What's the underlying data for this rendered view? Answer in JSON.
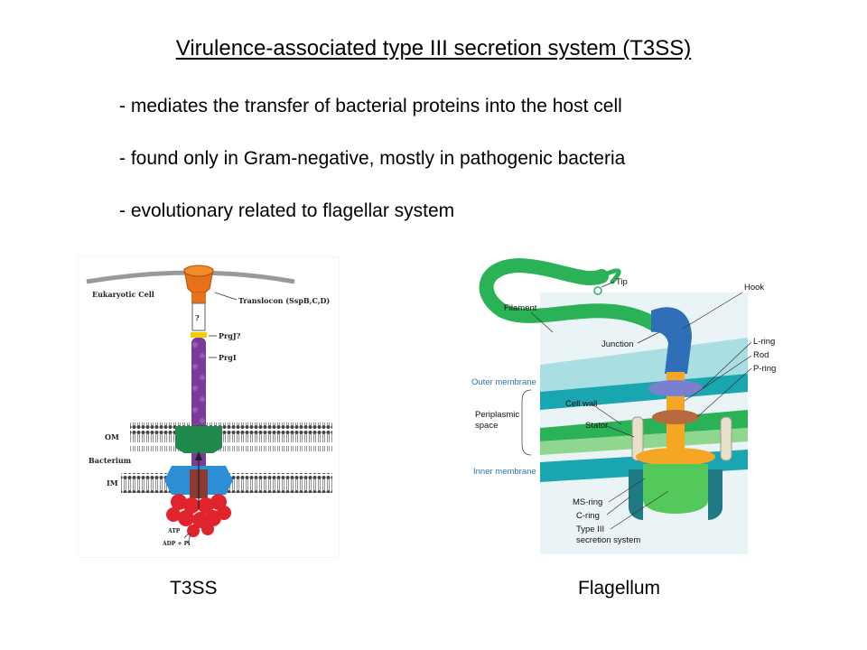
{
  "slide": {
    "title": "Virulence-associated type III secretion system (T3SS)",
    "bullets": [
      "- mediates the transfer of bacterial proteins into the host cell",
      "- found only in Gram-negative, mostly in pathogenic bacteria",
      "- evolutionary related to flagellar system"
    ]
  },
  "t3ss_figure": {
    "caption": "T3SS",
    "labels": {
      "eukaryotic_cell": "Eukaryotic Cell",
      "translocon": "Translocon (SspB,C,D)",
      "question": "?",
      "prgj": "PrgJ?",
      "prgi": "PrgI",
      "om": "OM",
      "bacterium": "Bacterium",
      "im": "IM",
      "atp": "ATP",
      "adp": "ADP + Pi"
    }
  },
  "flagellum_figure": {
    "caption": "Flagellum",
    "labels": {
      "tip": "Tip",
      "filament": "Filament",
      "hook": "Hook",
      "junction": "Junction",
      "l_ring": "L-ring",
      "rod": "Rod",
      "p_ring": "P-ring",
      "outer_membrane": "Outer membrane",
      "cell_wall": "Cell wall",
      "periplasmic_space": [
        "Periplasmic",
        "space"
      ],
      "stator": "Stator",
      "inner_membrane": "Inner membrane",
      "ms_ring": "MS-ring",
      "c_ring": "C-ring",
      "type_iii": [
        "Type III",
        "secretion system"
      ]
    }
  }
}
